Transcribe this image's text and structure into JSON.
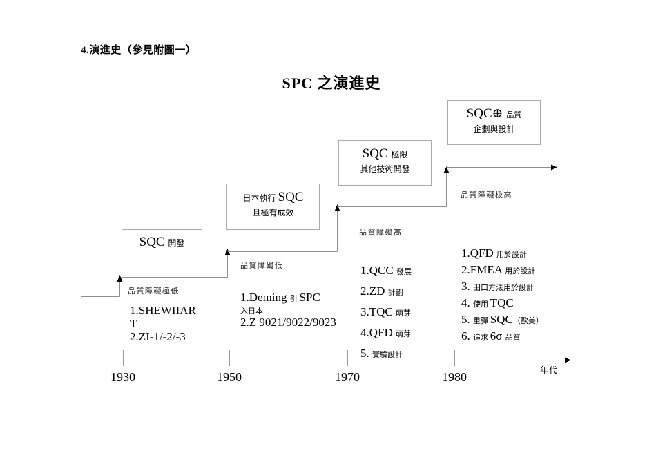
{
  "page": {
    "heading": "4.演進史（參見附圖一）",
    "title": "SPC 之演進史"
  },
  "boxes": {
    "sqc_develop": {
      "name": "SQC development box",
      "lines": [
        [
          {
            "t": "SQC ",
            "s": "xl"
          },
          {
            "t": "開發",
            "s": "md"
          }
        ]
      ]
    },
    "japan_sqc": {
      "name": "Japan executes SQC box",
      "lines": [
        [
          {
            "t": "日本執行 ",
            "s": "md"
          },
          {
            "t": "SQC",
            "s": "xl"
          }
        ],
        [
          {
            "t": "且極有成效",
            "s": "md"
          }
        ]
      ]
    },
    "sqc_limit": {
      "name": "SQC limit box",
      "lines": [
        [
          {
            "t": "SQC ",
            "s": "xl"
          },
          {
            "t": "極限",
            "s": "md"
          }
        ],
        [
          {
            "t": "其他技術開發",
            "s": "md"
          }
        ]
      ]
    },
    "sqc_plus": {
      "name": "SQC plus quality planning box",
      "lines": [
        [
          {
            "t": "SQC⊕ ",
            "s": "xl"
          },
          {
            "t": "品質",
            "s": "sm"
          }
        ],
        [
          {
            "t": "企劃與設計",
            "s": "md"
          }
        ]
      ]
    }
  },
  "stages": {
    "s1930": {
      "barrier": "品質障礙極低",
      "lines": [
        [
          {
            "t": "1.SHEWIIAR",
            "s": "lg"
          }
        ],
        [
          {
            "t": "T",
            "s": "lg"
          }
        ],
        [
          {
            "t": "2.ZI-1/-2/-3",
            "s": "lg"
          }
        ]
      ]
    },
    "s1950": {
      "barrier": "品質障礙低",
      "lines": [
        [
          {
            "t": "1.Deming ",
            "s": "lg"
          },
          {
            "t": "引 ",
            "s": "sm"
          },
          {
            "t": "SPC",
            "s": "lg"
          }
        ],
        [
          {
            "t": "入日本",
            "s": "sm"
          }
        ],
        [
          {
            "t": "2.Z 9021/9022/9023",
            "s": "lg"
          }
        ]
      ]
    },
    "s1970": {
      "barrier": "品質障礙高",
      "lines": [
        [
          {
            "t": "1.QCC ",
            "s": "lg"
          },
          {
            "t": "發展",
            "s": "sm"
          }
        ],
        [
          {
            "t": "2.ZD ",
            "s": "lg"
          },
          {
            "t": "計劃",
            "s": "sm"
          }
        ],
        [
          {
            "t": "3.TQC ",
            "s": "lg"
          },
          {
            "t": "萌芽",
            "s": "sm"
          }
        ],
        [
          {
            "t": "4.QFD ",
            "s": "lg"
          },
          {
            "t": "萌芽",
            "s": "sm"
          }
        ],
        [
          {
            "t": "5. ",
            "s": "lg"
          },
          {
            "t": "實驗設計",
            "s": "sm"
          }
        ]
      ]
    },
    "s1980": {
      "barrier": "品質障礙极高",
      "lines": [
        [
          {
            "t": "1.QFD ",
            "s": "lg"
          },
          {
            "t": "用於設計",
            "s": "sm"
          }
        ],
        [
          {
            "t": "2.FMEA ",
            "s": "lg"
          },
          {
            "t": "用於設計",
            "s": "sm"
          }
        ],
        [
          {
            "t": "3. ",
            "s": "lg"
          },
          {
            "t": "田口方法用於設計",
            "s": "sm"
          }
        ],
        [
          {
            "t": "4. ",
            "s": "lg"
          },
          {
            "t": "使用 ",
            "s": "sm"
          },
          {
            "t": "TQC",
            "s": "lg"
          }
        ],
        [
          {
            "t": "5. ",
            "s": "lg"
          },
          {
            "t": "重彈 ",
            "s": "sm"
          },
          {
            "t": "SQC",
            "s": "lg"
          },
          {
            "t": "（歐美）",
            "s": "sm"
          }
        ],
        [
          {
            "t": "6. ",
            "s": "lg"
          },
          {
            "t": "追求 ",
            "s": "sm"
          },
          {
            "t": "6σ ",
            "s": "lg"
          },
          {
            "t": "品質",
            "s": "sm"
          }
        ]
      ]
    }
  },
  "axis": {
    "years": [
      "1930",
      "1950",
      "1970",
      "1980"
    ],
    "unit_label": "年代"
  },
  "colors": {
    "line": "#8f8f8f",
    "box_border": "#ababab",
    "arrowhead": "#000000",
    "text": "#000000",
    "background": "#ffffff"
  }
}
